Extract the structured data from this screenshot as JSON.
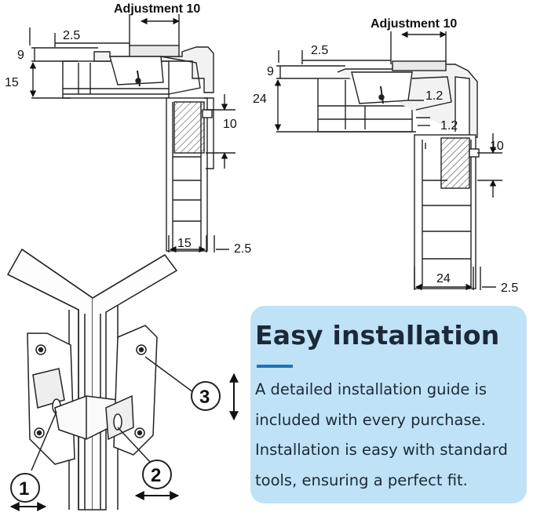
{
  "diagram": {
    "left_view": {
      "adjustment_label": "Adjustment 10",
      "dims": {
        "offset": "2.5",
        "top_gap": "9",
        "panel_thickness": "15",
        "pin_height": "10",
        "door_thickness": "15",
        "door_offset": "2.5"
      }
    },
    "right_view": {
      "adjustment_label": "Adjustment 10",
      "dims": {
        "offset": "2.5",
        "top_gap": "9",
        "panel_thickness": "24",
        "clearance_a": "1.2",
        "clearance_b": "1.2",
        "pin_height": "10",
        "door_thickness": "24",
        "door_offset": "2.5"
      }
    },
    "callouts": [
      "1",
      "2",
      "3"
    ]
  },
  "card": {
    "title": "Easy installation",
    "body": "A detailed installation guide is included with every purchase. Installation is easy with standard tools, ensuring a perfect fit."
  },
  "colors": {
    "card_bg": "#bfe2f6",
    "accent_rule": "#1e73b8",
    "text": "#1b2a38",
    "line": "#222222"
  }
}
